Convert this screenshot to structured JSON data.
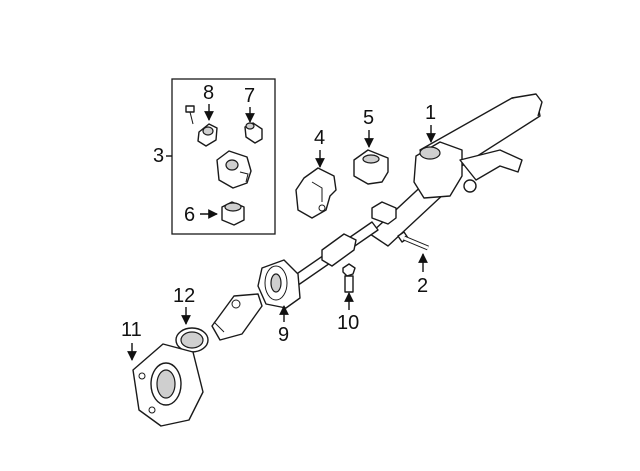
{
  "callouts": {
    "c1": "1",
    "c2": "2",
    "c3": "3",
    "c4": "4",
    "c5": "5",
    "c6": "6",
    "c7": "7",
    "c8": "8",
    "c9": "9",
    "c10": "10",
    "c11": "11",
    "c12": "12"
  },
  "colors": {
    "line": "#1a1a1a",
    "shade": "#cfcfcf",
    "background": "#ffffff"
  }
}
